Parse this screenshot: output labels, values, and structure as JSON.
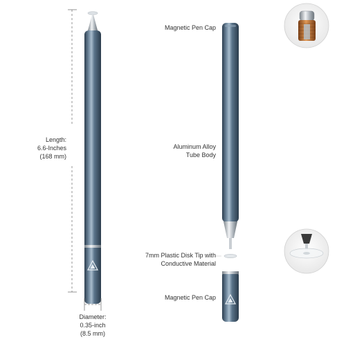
{
  "colors": {
    "pen_body": "#4f6a82",
    "pen_highlight": "#9fb4c6",
    "pen_shadow": "#2c3e4f",
    "chrome": "#c9ced3",
    "dimension_line": "#7a7a7a",
    "text": "#333333"
  },
  "length": {
    "line1": "Length:",
    "line2": "6.6-Inches",
    "line3": "(168 mm)"
  },
  "diameter": {
    "line1": "Diameter:",
    "line2": "0.35-inch",
    "line3": "(8.5 mm)"
  },
  "labels": {
    "cap_top": "Magnetic Pen Cap",
    "body_line1": "Aluminum Alloy",
    "body_line2": "Tube Body",
    "tip_line1": "7mm Plastic Disk Tip with",
    "tip_line2": "Conductive Material",
    "cap_bottom": "Magnetic Pen Cap"
  },
  "icons": {
    "logo": "triangle-logo-icon",
    "magnet_detail": "magnet-coil-icon",
    "disk_tip_detail": "disk-tip-icon"
  }
}
